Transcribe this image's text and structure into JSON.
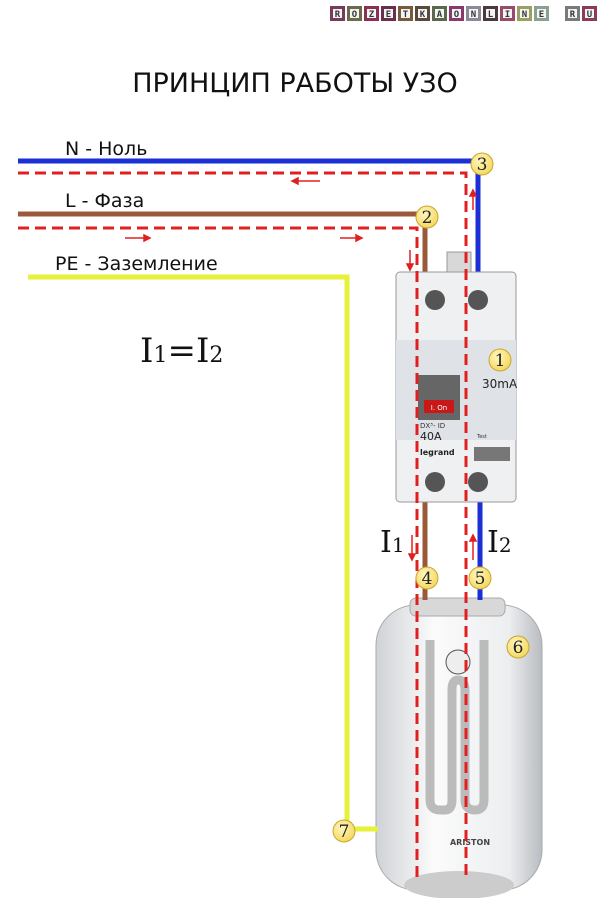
{
  "logo": {
    "letters": [
      "R",
      "O",
      "Z",
      "E",
      "T",
      "K",
      "A",
      "O",
      "N",
      "L",
      "I",
      "N",
      "E",
      "R",
      "U"
    ],
    "text": "ROZETKAONLINE.RU"
  },
  "title": "ПРИНЦИП РАБОТЫ УЗО",
  "wires": {
    "neutral": {
      "label": "N - Ноль",
      "color": "#1a2fd6"
    },
    "phase": {
      "label": "L - Фаза",
      "color": "#9a5a3a"
    },
    "earth": {
      "label": "PE - Заземление",
      "color": "#e6f23a"
    }
  },
  "current_flow_color": "#e02020",
  "equation": {
    "i1": "I",
    "sub1": "1",
    "eq": "=",
    "i2": "I",
    "sub2": "2"
  },
  "currents": {
    "left": {
      "symbol": "I",
      "sub": "1"
    },
    "right": {
      "symbol": "I",
      "sub": "2"
    }
  },
  "markers": [
    "1",
    "2",
    "3",
    "4",
    "5",
    "6",
    "7"
  ],
  "rcd": {
    "rating": "30mA",
    "toggle": "I. On",
    "model": "DX³- ID",
    "current": "40A",
    "brand": "legrand",
    "test": "Test"
  },
  "heater": {
    "brand": "ARISTON"
  }
}
